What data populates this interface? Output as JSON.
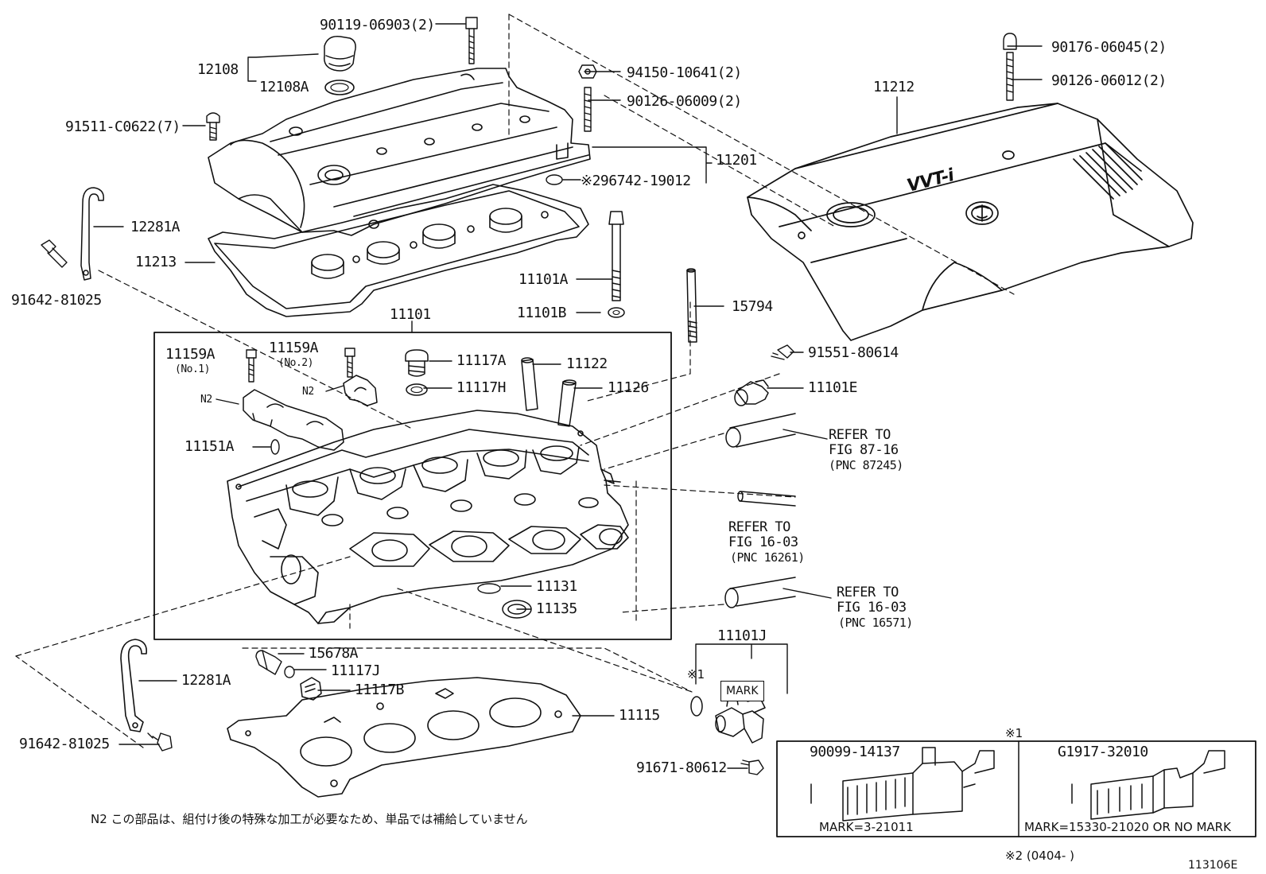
{
  "labels": {
    "p90119": "90119-06903(2)",
    "p12108": "12108",
    "p12108A": "12108A",
    "p91511": "91511-C0622(7)",
    "p94150": "94150-10641(2)",
    "p90126a": "90126-06009(2)",
    "p11201": "11201",
    "p296742": "※296742-19012",
    "p90176": "90176-06045(2)",
    "p90126b": "90126-06012(2)",
    "p11212": "11212",
    "p12281A_top": "12281A",
    "p11213": "11213",
    "p91642_top": "91642-81025",
    "p11101A": "11101A",
    "p11101B": "11101B",
    "p15794": "15794",
    "p11101": "11101",
    "p11159A_1": "11159A",
    "p11159A_1_sub": "(No.1)",
    "p11159A_2": "11159A",
    "p11159A_2_sub": "(No.2)",
    "p11117A": "11117A",
    "p11122": "11122",
    "p11117H": "11117H",
    "p11126": "11126",
    "pN2_a": "N2",
    "pN2_b": "N2",
    "p11151A": "11151A",
    "p91551": "91551-80614",
    "p11101E": "11101E",
    "p11131": "11131",
    "p11135": "11135",
    "p15678A": "15678A",
    "p11117J": "11117J",
    "p11117B": "11117B",
    "p12281A_bot": "12281A",
    "p91642_bot": "91642-81025",
    "p11115": "11115",
    "p11101J": "11101J",
    "pStar1": "※1",
    "pMark": "MARK",
    "p91671": "91671-80612",
    "pStar1_box": "※1"
  },
  "refers": {
    "r1_a": "REFER TO",
    "r1_b": "FIG 87-16",
    "r1_c": "(PNC 87245)",
    "r2_a": "REFER TO",
    "r2_b": "FIG 16-03",
    "r2_c": "(PNC 16261)",
    "r3_a": "REFER TO",
    "r3_b": "FIG 16-03",
    "r3_c": "(PNC 16571)"
  },
  "inset": {
    "left_part": "90099-14137",
    "left_mark": "MARK=3-21011",
    "right_part": "G1917-32010",
    "right_mark": "MARK=15330-21020 OR NO MARK"
  },
  "footer": {
    "note_n2": "N2 この部品は、組付け後の特殊な加工が必要なため、単品では補給していません",
    "note_star2": "※2 (0404-       )",
    "figure_code": "113106E"
  },
  "emblem": "VVT-i"
}
